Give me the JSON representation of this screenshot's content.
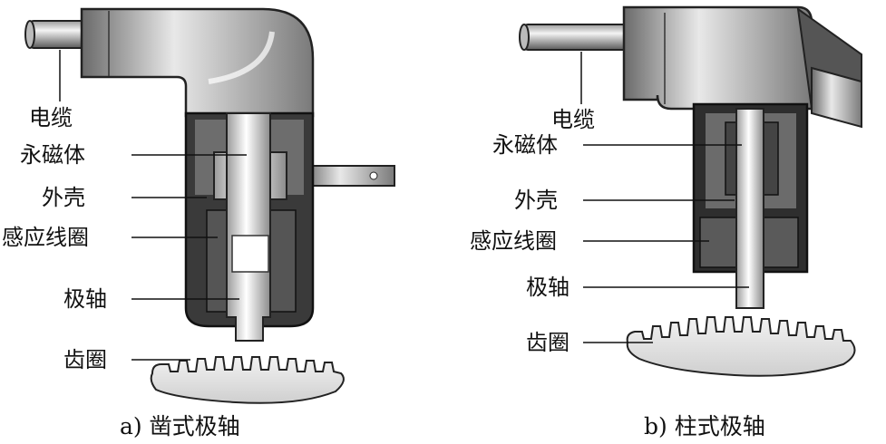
{
  "left_sensor": {
    "labels": {
      "cable": "电缆",
      "magnet": "永磁体",
      "housing": "外壳",
      "coil": "感应线圈",
      "pole_shaft": "极轴",
      "gear_ring": "齿圈"
    },
    "caption": "a) 凿式极轴"
  },
  "right_sensor": {
    "labels": {
      "cable": "电缆",
      "magnet": "永磁体",
      "housing": "外壳",
      "coil": "感应线圈",
      "pole_shaft": "极轴",
      "gear_ring": "齿圈"
    },
    "caption": "b) 柱式极轴"
  }
}
